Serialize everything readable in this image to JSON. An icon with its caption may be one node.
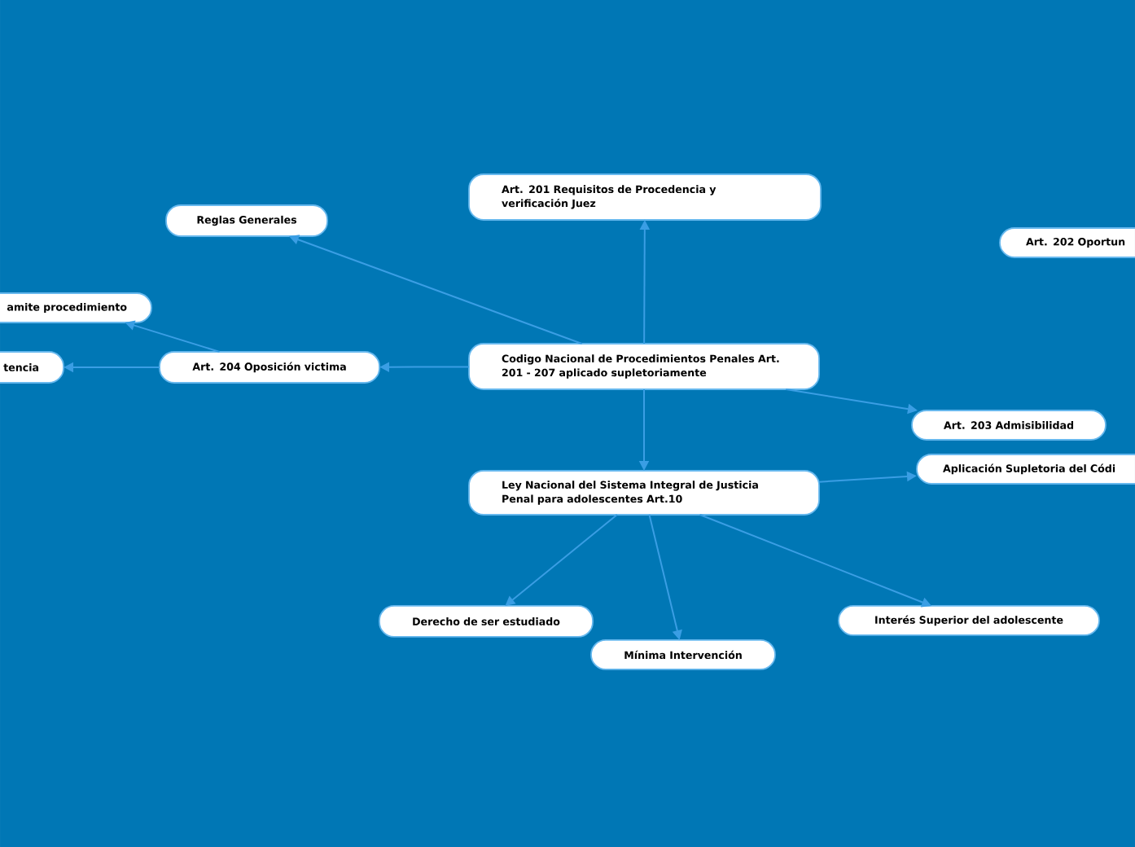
{
  "diagram": {
    "nodes": [
      {
        "text": [
          "Codigo Nacional de Procedimientos Penales Art. 201 - 207 aplicado supletoriamente"
        ]
      },
      {
        "text": [
          "Art. 201 Requisitos de Procedencia y verificación Juez"
        ]
      },
      {
        "text": [
          "Reglas Generales"
        ]
      },
      {
        "text": [
          "Art. 204 Oposición victima"
        ]
      },
      {
        "text": [
          "amite procedimiento"
        ]
      },
      {
        "text": [
          "tencia"
        ]
      },
      {
        "text": [
          "Art. 202 Oportun"
        ]
      },
      {
        "text": [
          "Art. 203 Admisibilidad"
        ]
      },
      {
        "text": [
          "Ley Nacional del Sistema Integral de Justicia Penal para adolescentes Art.10"
        ]
      },
      {
        "text": [
          "Aplicación Supletoria del Códi"
        ]
      },
      {
        "text": [
          "Derecho de ser estudiado"
        ]
      },
      {
        "text": [
          "Mínima Intervención"
        ]
      },
      {
        "text": [
          "Interés Superior del adolescente"
        ]
      }
    ],
    "edges": [
      {
        "from": 0,
        "to": 1,
        "arrow": "to"
      },
      {
        "from": 0,
        "to": 2,
        "arrow": "to"
      },
      {
        "from": 0,
        "to": 3,
        "arrow": "to"
      },
      {
        "from": 3,
        "to": 4,
        "arrow": "to"
      },
      {
        "from": 3,
        "to": 5,
        "arrow": "to"
      },
      {
        "from": 0,
        "to": 7,
        "arrow": "to"
      },
      {
        "from": 0,
        "to": 8,
        "arrow": "to"
      },
      {
        "from": 8,
        "to": 9,
        "arrow": "to"
      },
      {
        "from": 8,
        "to": 10,
        "arrow": "to"
      },
      {
        "from": 8,
        "to": 11,
        "arrow": "to"
      },
      {
        "from": 8,
        "to": 12,
        "arrow": "to"
      }
    ]
  }
}
